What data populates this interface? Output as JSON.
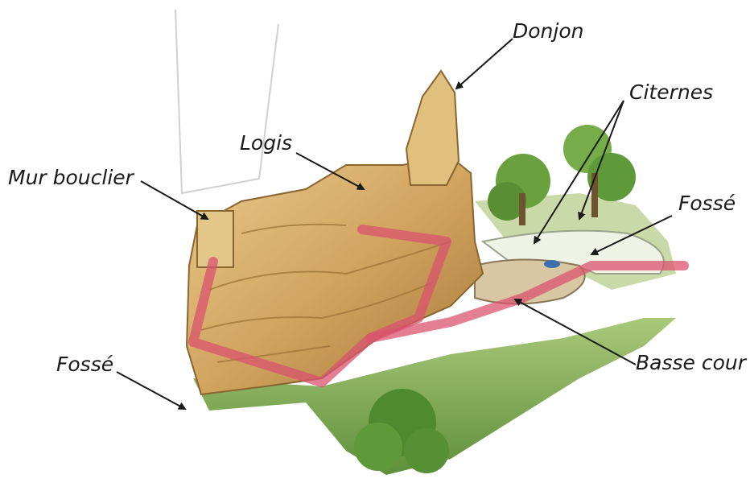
{
  "labels": {
    "donjon": "Donjon",
    "citernes": "Citernes",
    "logis": "Logis",
    "mur_bouclier": "Mur bouclier",
    "fosse_right": "Fossé",
    "fosse_left": "Fossé",
    "basse_cour": "Basse cour"
  },
  "colors": {
    "rock": "#d6b06a",
    "rock_dark": "#a57a3a",
    "grass": "#8fbc5a",
    "tree": "#5f9a3a",
    "path": "#d9536f",
    "background": "#ffffff"
  }
}
